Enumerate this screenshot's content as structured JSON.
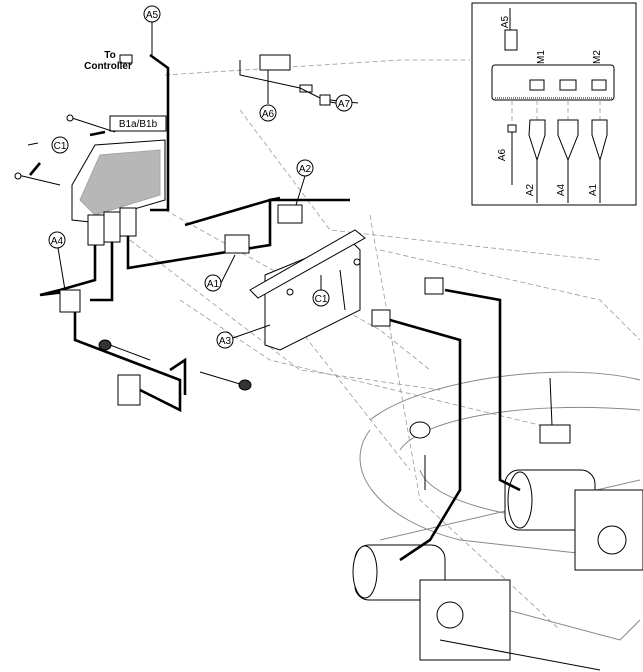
{
  "callouts": {
    "a5": "A5",
    "to_controller": "To\nController",
    "to_controller_line1": "To",
    "to_controller_line2": "Controller",
    "b1": "B1a/B1b",
    "c1_left": "C1",
    "a2": "A2",
    "a4": "A4",
    "a1": "A1",
    "a3": "A3",
    "c1_right": "C1",
    "a6": "A6",
    "a7": "A7"
  },
  "inset": {
    "a5": "A5",
    "m1": "M1",
    "m2": "M2",
    "a6": "A6",
    "a2": "A2",
    "a4": "A4",
    "a1": "A1"
  }
}
